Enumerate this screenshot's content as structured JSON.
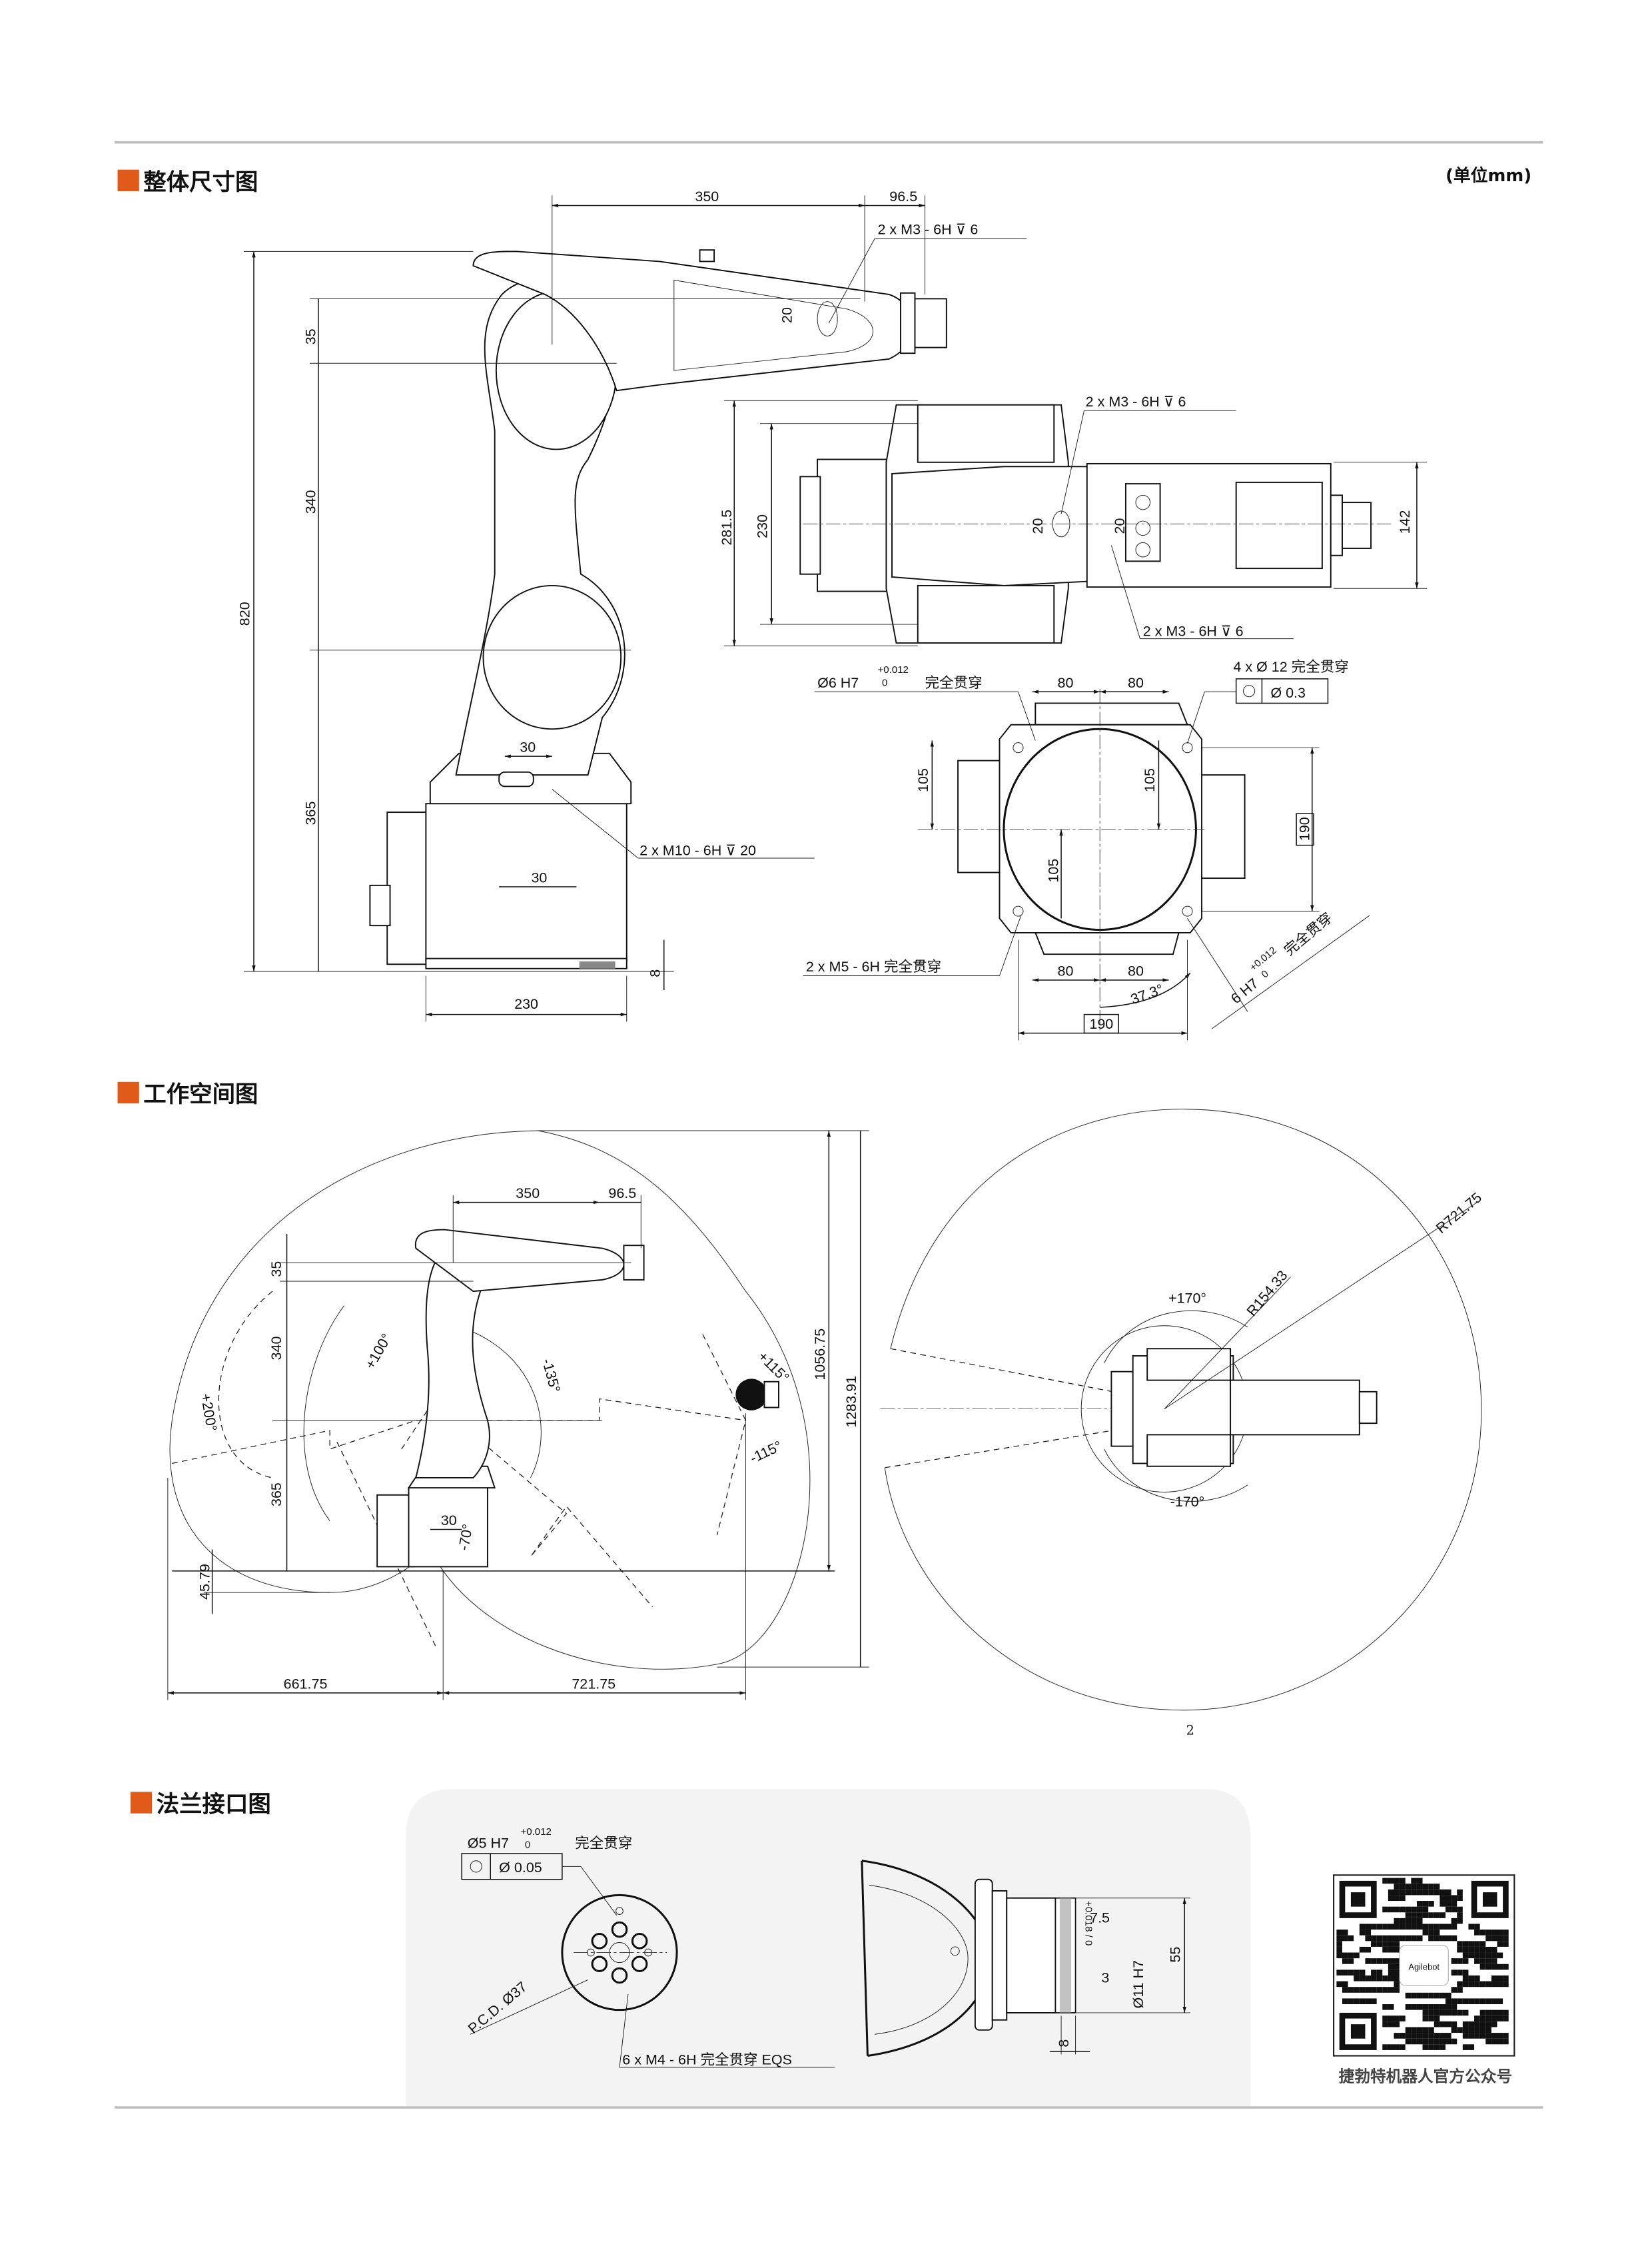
{
  "colors": {
    "accent": "#e05a1a",
    "rule": "#bdbdbd",
    "panel": "#f3f3f3"
  },
  "unit_label": "(单位mm)",
  "overall": {
    "title": "整体尺寸图",
    "side": {
      "d350": "350",
      "d96_5": "96.5",
      "thread_top": "2 x  M3 - 6H ⊽ 6",
      "d35": "35",
      "d20": "20",
      "d340": "340",
      "d820": "820",
      "d365": "365",
      "d30a": "30",
      "d30b": "30",
      "thread_base": "2 x  M10 - 6H ⊽ 20",
      "d230": "230",
      "d8": "8"
    },
    "top": {
      "thread_a": "2 x  M3 - 6H ⊽ 6",
      "thread_b": "2 x  M3 - 6H ⊽ 6",
      "d281_5": "281.5",
      "d230": "230",
      "d20a": "20",
      "d20b": "20",
      "d142": "142"
    },
    "base": {
      "pin_top": "Ø6 H7",
      "tol_upper": "+0.012",
      "tol_lower": "0",
      "through": "完全贯穿",
      "holes": "4 x  Ø  12 完全贯穿",
      "position_tol": "Ø  0.3",
      "d80a": "80",
      "d80b": "80",
      "d80c": "80",
      "d80d": "80",
      "d105a": "105",
      "d105b": "105",
      "d105c": "105",
      "d190a": "190",
      "d190b": "190",
      "thread_m5": "2 x  M5 - 6H 完全贯穿",
      "angle": "37.3°",
      "pin_bottom": "6 H7",
      "pin_bottom_tol_upper": "+0.012",
      "pin_bottom_tol_lower": "0",
      "pin_bottom_through": "完全贯穿"
    }
  },
  "workspace": {
    "title": "工作空间图",
    "side": {
      "d350": "350",
      "d96_5": "96.5",
      "d35": "35",
      "d340": "340",
      "d365": "365",
      "d30": "30",
      "j3_neg": "-70°",
      "j2_pos": "+100°",
      "j3_neg135": "-135°",
      "j1_200": "+200°",
      "j5_pos": "+115°",
      "j5_neg": "-115°",
      "h1056": "1056.75",
      "h1283": "1283.91",
      "d45": "45.79",
      "r661": "661.75",
      "r721": "721.75"
    },
    "top": {
      "j1_pos": "+170°",
      "j1_neg": "-170°",
      "r_inner": "R154.33",
      "r_outer": "R721.75"
    }
  },
  "flange": {
    "title": "法兰接口图",
    "pin": "Ø5 H7",
    "tol_upper": "+0.012",
    "tol_lower": "0",
    "through": "完全贯穿",
    "position_tol": "Ø  0.05",
    "pcd": "P.C.D. Ø37",
    "threads": "6 x  M4 - 6H 完全贯穿 EQS",
    "d7_5": "7.5",
    "d3": "3",
    "d8": "8",
    "d55": "55",
    "bore": "Ø11 H7",
    "bore_tol": "+0.018 / 0"
  },
  "qr": {
    "logo": "Agilebot",
    "caption": "捷勃特机器人官方公众号"
  },
  "page_number": "2"
}
